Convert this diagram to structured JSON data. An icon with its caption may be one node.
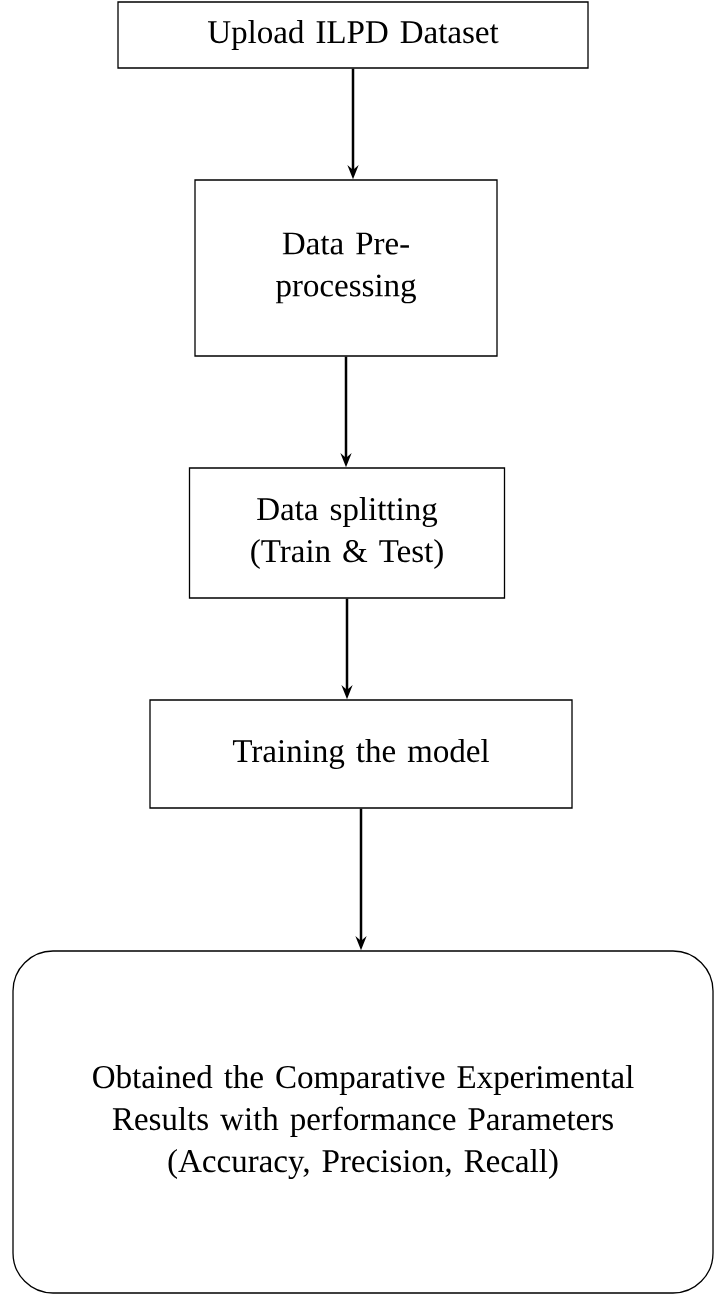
{
  "diagram": {
    "nodes": [
      {
        "text": [
          "Upload ILPD Dataset"
        ]
      },
      {
        "text": [
          "Data Pre-processing"
        ]
      },
      {
        "text": [
          "Data splitting (Train & Test)"
        ]
      },
      {
        "text": [
          "Training the model"
        ]
      },
      {
        "text": [
          "Obtained the Comparative Experimental Results with performance Parameters (Accuracy, Precision, Recall)"
        ]
      }
    ],
    "edges": [
      {
        "from": 0,
        "to": 1,
        "arrow": "to"
      },
      {
        "from": 1,
        "to": 2,
        "arrow": "to"
      },
      {
        "from": 2,
        "to": 3,
        "arrow": "to"
      },
      {
        "from": 3,
        "to": 4,
        "arrow": "to"
      }
    ]
  }
}
